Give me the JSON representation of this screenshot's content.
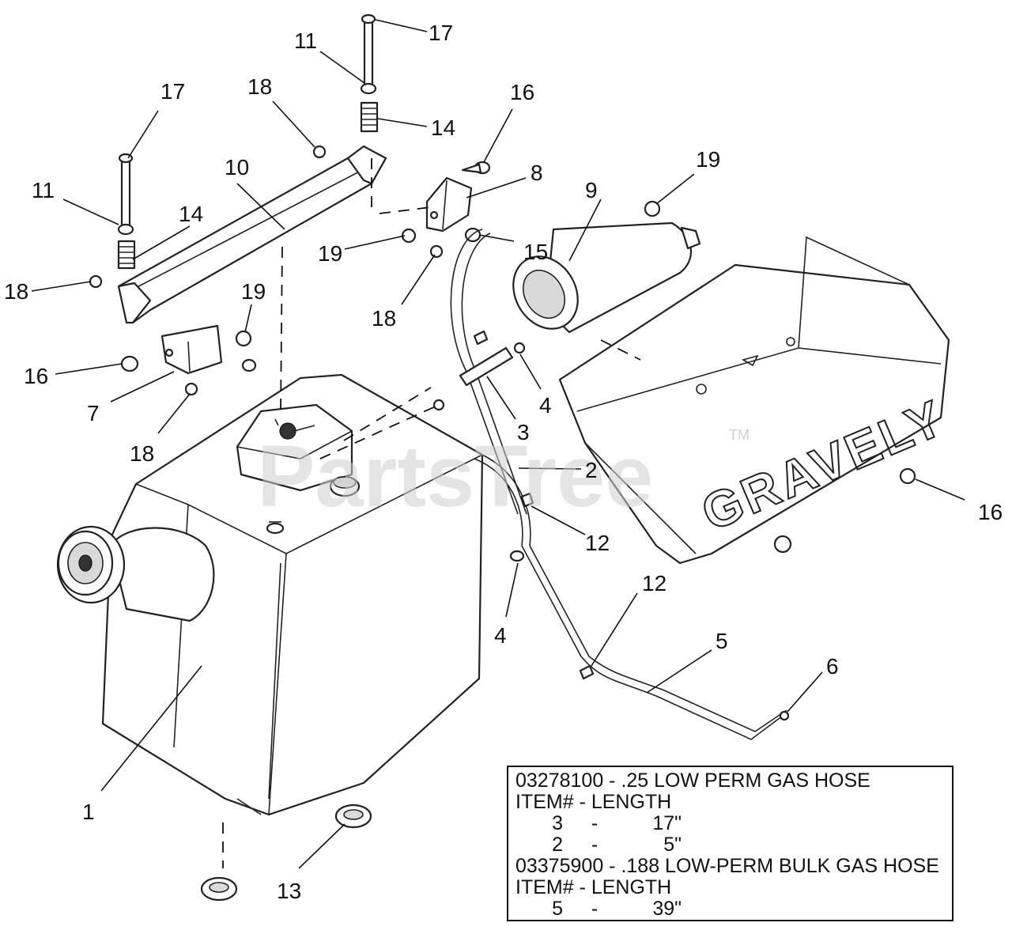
{
  "watermark": {
    "text": "PartsTree",
    "trademark": "TM"
  },
  "brand_text": "GRAVELY",
  "callouts": [
    {
      "id": "c17a",
      "label": "17"
    },
    {
      "id": "c11a",
      "label": "11"
    },
    {
      "id": "c18a",
      "label": "18"
    },
    {
      "id": "c14a",
      "label": "14"
    },
    {
      "id": "c17b",
      "label": "17"
    },
    {
      "id": "c16a",
      "label": "16"
    },
    {
      "id": "c10",
      "label": "10"
    },
    {
      "id": "c8",
      "label": "8"
    },
    {
      "id": "c19a",
      "label": "19"
    },
    {
      "id": "c11b",
      "label": "11"
    },
    {
      "id": "c14b",
      "label": "14"
    },
    {
      "id": "c9",
      "label": "9"
    },
    {
      "id": "c19b",
      "label": "19"
    },
    {
      "id": "c15",
      "label": "15"
    },
    {
      "id": "c18b",
      "label": "18"
    },
    {
      "id": "c18c",
      "label": "18"
    },
    {
      "id": "c19c",
      "label": "19"
    },
    {
      "id": "c16b",
      "label": "16"
    },
    {
      "id": "c7",
      "label": "7"
    },
    {
      "id": "c4a",
      "label": "4"
    },
    {
      "id": "c3",
      "label": "3"
    },
    {
      "id": "c18d",
      "label": "18"
    },
    {
      "id": "c2",
      "label": "2"
    },
    {
      "id": "c16c",
      "label": "16"
    },
    {
      "id": "c12a",
      "label": "12"
    },
    {
      "id": "c12b",
      "label": "12"
    },
    {
      "id": "c4b",
      "label": "4"
    },
    {
      "id": "c5",
      "label": "5"
    },
    {
      "id": "c6",
      "label": "6"
    },
    {
      "id": "c1",
      "label": "1"
    },
    {
      "id": "c13",
      "label": "13"
    }
  ],
  "hose_table": {
    "hose1_title": "03278100 - .25 LOW PERM GAS HOSE",
    "hose1_header": "ITEM# - LENGTH",
    "hose1_rows": [
      {
        "item": "3",
        "sep": "-",
        "length": "17\""
      },
      {
        "item": "2",
        "sep": "-",
        "length": "5\""
      }
    ],
    "hose2_title": "03375900 - .188 LOW-PERM BULK GAS HOSE",
    "hose2_header": "ITEM# - LENGTH",
    "hose2_rows": [
      {
        "item": "5",
        "sep": "-",
        "length": "39\""
      }
    ]
  }
}
